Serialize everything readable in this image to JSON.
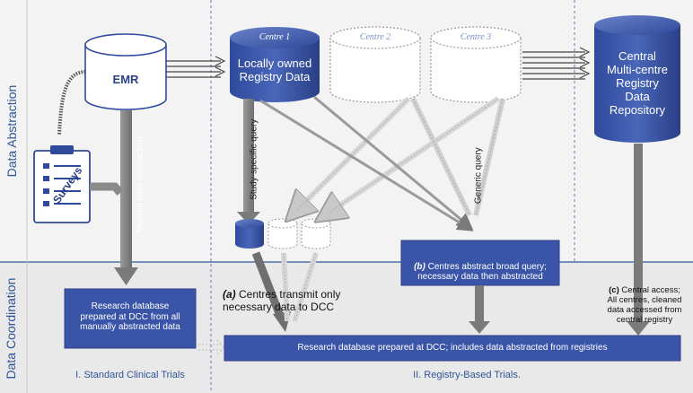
{
  "bands": {
    "top_label": "Data Abstraction",
    "bottom_label": "Data Coordination"
  },
  "emr": {
    "label": "EMR"
  },
  "surveys": {
    "label": "Surveys"
  },
  "centres": [
    {
      "tag": "Centre 1",
      "label": "Locally owned\nRegistry Data"
    },
    {
      "tag": "Centre 2",
      "label": ""
    },
    {
      "tag": "Centre 3",
      "label": ""
    }
  ],
  "central": {
    "label": "Central\nMulti-centre\nRegistry\nData\nRepository"
  },
  "arrows": {
    "manual": "Manual data abstraction",
    "study_specific": "Study-specific query",
    "generic": "Generic query"
  },
  "notes": {
    "a_letter": "(a)",
    "a_text": " Centres  transmit only\nnecessary data to DCC",
    "b_letter": "(b)",
    "b_text": " Centres  abstract broad query;\nnecessary data then abstracted",
    "c_letter": "(c)",
    "c_text": " Central access;\nAll centres, cleaned\ndata accessed from\ncentral registry"
  },
  "boxes": {
    "research_dcc": "Research database\nprepared at DCC from all\nmanually abstracted data",
    "research_registry": "Research database prepared at DCC; includes data abstracted from registries"
  },
  "footers": {
    "standard": "I.  Standard Clinical Trials",
    "registry": "II. Registry-Based Trials."
  },
  "colors": {
    "accent": "#3a55a8",
    "accent_dark": "#2a3f86",
    "band_top": "#f2f2f2",
    "band_bottom": "#ececec"
  }
}
